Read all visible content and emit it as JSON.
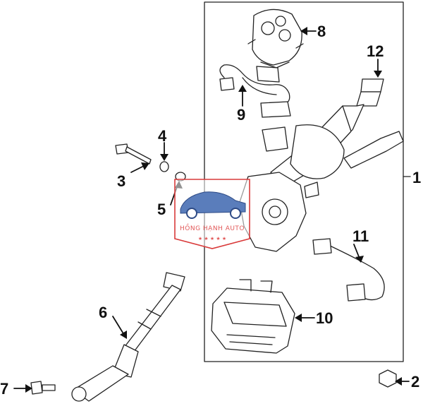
{
  "colors": {
    "line": "#222222",
    "fill": "#ffffff",
    "accent": "#d93a3a"
  },
  "callouts": [
    {
      "id": "1",
      "label": "1"
    },
    {
      "id": "2",
      "label": "2"
    },
    {
      "id": "3",
      "label": "3"
    },
    {
      "id": "4",
      "label": "4"
    },
    {
      "id": "5",
      "label": "5"
    },
    {
      "id": "6",
      "label": "6"
    },
    {
      "id": "7",
      "label": "7"
    },
    {
      "id": "8",
      "label": "8"
    },
    {
      "id": "9",
      "label": "9"
    },
    {
      "id": "10",
      "label": "10"
    },
    {
      "id": "11",
      "label": "11"
    },
    {
      "id": "12",
      "label": "12"
    }
  ],
  "watermark": {
    "text": "HỒNG HẠNH AUTO",
    "stars": "★ ★ ★ ★ ★"
  }
}
